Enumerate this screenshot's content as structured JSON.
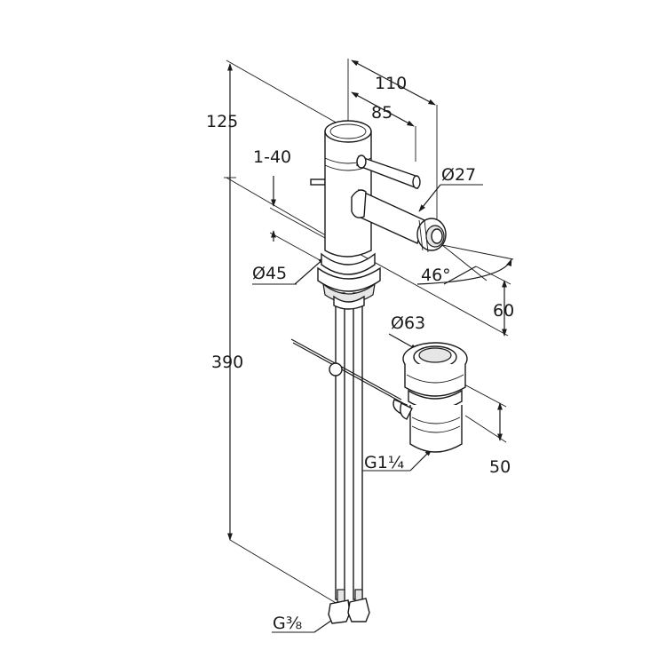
{
  "drawing": {
    "labels": {
      "dim_110": "110",
      "dim_85": "85",
      "dim_125": "125",
      "dim_1_40": "1-40",
      "dim_o27": "Ø27",
      "dim_o45": "Ø45",
      "dim_46deg": "46°",
      "dim_60": "60",
      "dim_o63": "Ø63",
      "dim_390": "390",
      "dim_50": "50",
      "thread_g1_1_4": "G1¼",
      "thread_g3_8": "G⅜"
    },
    "colors": {
      "line": "#1a1a1a",
      "background": "#ffffff",
      "shade": "#e6e6e6"
    }
  }
}
